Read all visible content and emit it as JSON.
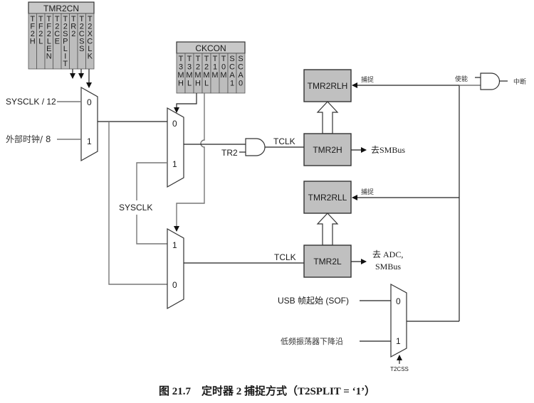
{
  "diagram": {
    "caption": "图 21.7　定时器 2  捕捉方式（T2SPLIT = ‘1’）",
    "tmr2cn": {
      "title": "TMR2CN",
      "bits": [
        "TF2H",
        "TF2L",
        "TF2LEN",
        "T2CE",
        "T2SPLIT",
        "TR2",
        "T2CSS",
        "T2XCLK"
      ]
    },
    "ckcon": {
      "title": "CKCON",
      "bits": [
        "T3MH",
        "T3ML",
        "T2MH",
        "T2ML",
        "T1M",
        "T0M",
        "SCA1",
        "SCA0"
      ]
    },
    "inputs": {
      "sysclk12": "SYSCLK / 12",
      "extclk8": "外部时钟/ 8",
      "sysclk": "SYSCLK",
      "tr2": "TR2",
      "usb_sof": "USB 帧起始 (SOF)",
      "lfo_falling": "低频振荡器下降沿",
      "t2css": "T2CSS"
    },
    "mux_labels": {
      "zero": "0",
      "one": "1"
    },
    "signals": {
      "tclk_h": "TCLK",
      "tclk_l": "TCLK",
      "capture_h": "捕捉",
      "capture_l": "捕捉",
      "enable": "使能",
      "interrupt": "中断"
    },
    "blocks": {
      "tmr2rlh": "TMR2RLH",
      "tmr2h": "TMR2H",
      "tmr2rll": "TMR2RLL",
      "tmr2l": "TMR2L"
    },
    "outputs": {
      "to_smbus": "去SMBus",
      "to_adc_line1": "去 ADC,",
      "to_adc_line2": "SMBus"
    }
  }
}
